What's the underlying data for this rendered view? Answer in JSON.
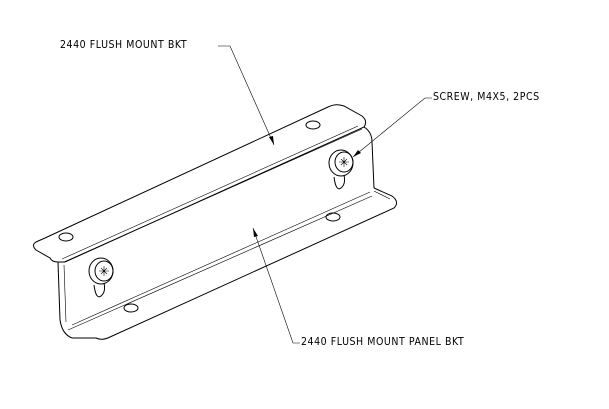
{
  "callouts": {
    "bracket": "2440 FLUSH MOUNT BKT",
    "screw": "SCREW, M4X5, 2PCS",
    "panel_bracket": "2440 FLUSH MOUNT PANEL BKT"
  }
}
